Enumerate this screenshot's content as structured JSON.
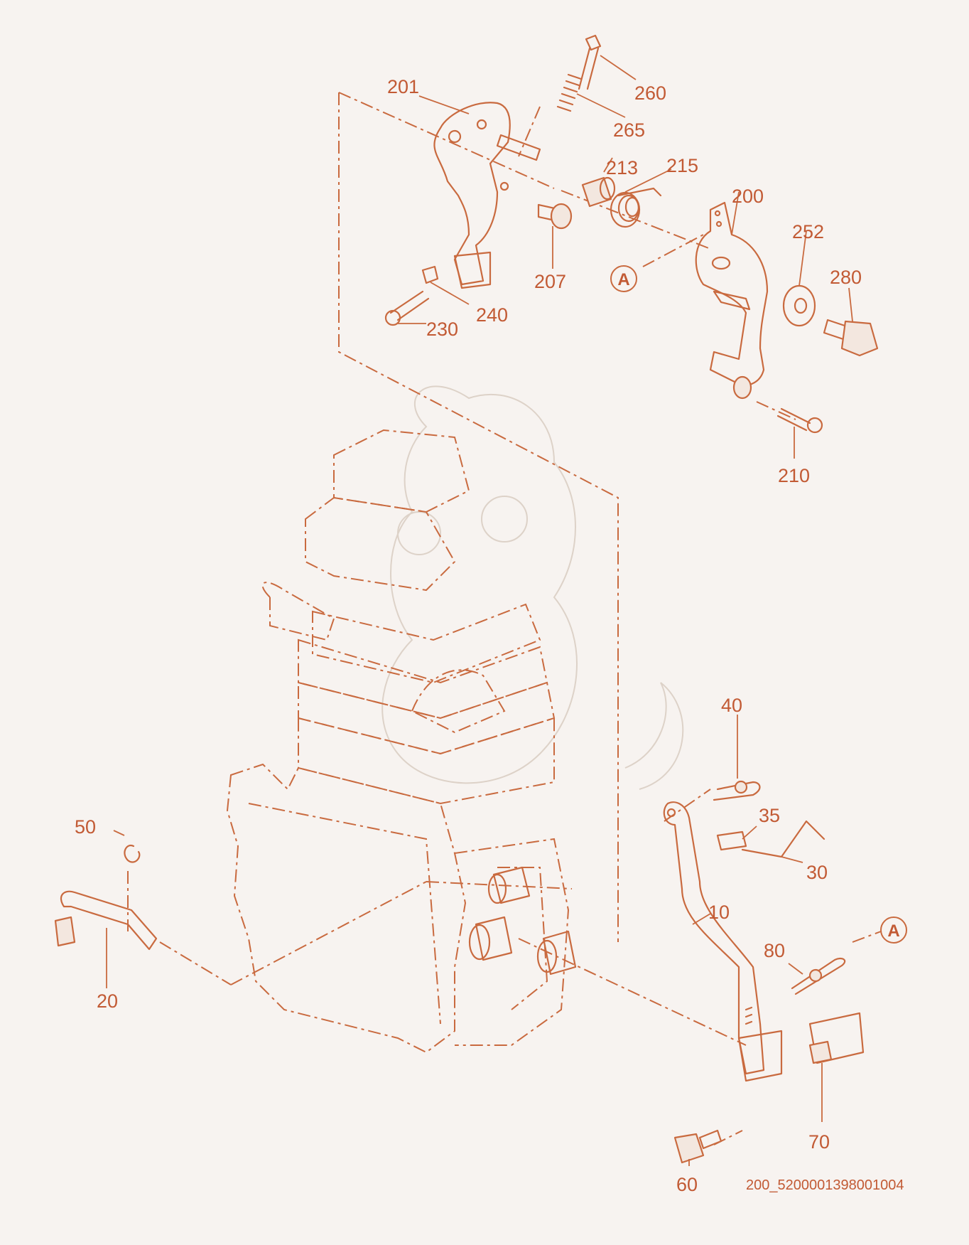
{
  "diagram": {
    "callouts": {
      "p201": "201",
      "p260": "260",
      "p265": "265",
      "p213": "213",
      "p215": "215",
      "p200": "200",
      "p252": "252",
      "p280": "280",
      "p207": "207",
      "p240": "240",
      "p230": "230",
      "p210": "210",
      "p40": "40",
      "p35": "35",
      "p30": "30",
      "p10": "10",
      "p80": "80",
      "p50": "50",
      "p20": "20",
      "p70": "70",
      "p60": "60"
    },
    "ref_mark": "A",
    "reference_code": "200_5200001398001004"
  },
  "colors": {
    "line": "#c96a3f",
    "text": "#c25a34",
    "background": "#f7f3f0"
  }
}
